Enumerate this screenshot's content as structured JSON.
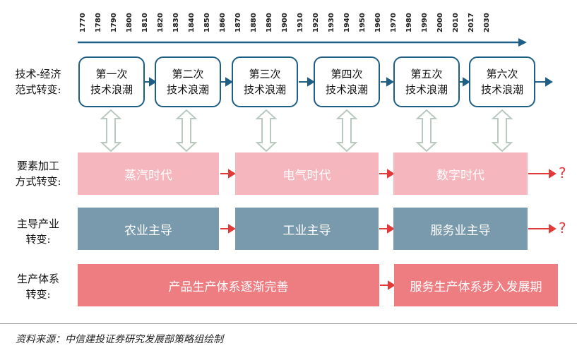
{
  "years": [
    "1770",
    "1780",
    "1790",
    "1800",
    "1810",
    "1820",
    "1830",
    "1840",
    "1850",
    "1860",
    "1870",
    "1880",
    "1890",
    "1900",
    "1910",
    "1920",
    "1930",
    "1940",
    "1950",
    "1960",
    "1970",
    "1980",
    "1990",
    "2000",
    "2010",
    "2017",
    "2030"
  ],
  "row_labels": {
    "tech_economy": [
      "技术-经济",
      "范式转变:"
    ],
    "factor": [
      "要素加工",
      "方式转变:"
    ],
    "industry": [
      "主导产业",
      "转变:"
    ],
    "production": [
      "生产体系",
      "转变:"
    ]
  },
  "waves": [
    {
      "line1": "第一次",
      "line2": "技术浪潮"
    },
    {
      "line1": "第二次",
      "line2": "技术浪潮"
    },
    {
      "line1": "第三次",
      "line2": "技术浪潮"
    },
    {
      "line1": "第四次",
      "line2": "技术浪潮"
    },
    {
      "line1": "第五次",
      "line2": "技术浪潮"
    },
    {
      "line1": "第六次",
      "line2": "技术浪潮"
    }
  ],
  "eras": [
    "蒸汽时代",
    "电气时代",
    "数字时代"
  ],
  "industries": [
    "农业主导",
    "工业主导",
    "服务业主导"
  ],
  "production": [
    "产品生产体系逐渐完善",
    "服务生产体系步入发展期"
  ],
  "unknown_mark": "?",
  "source": "资料来源：中信建投证券研究发展部策略组绘制",
  "colors": {
    "timeline": "#1f5f85",
    "pink": "#f6b6bd",
    "blue": "#7999ad",
    "red": "#ee7d82",
    "arrow_red": "#e23a3a"
  }
}
